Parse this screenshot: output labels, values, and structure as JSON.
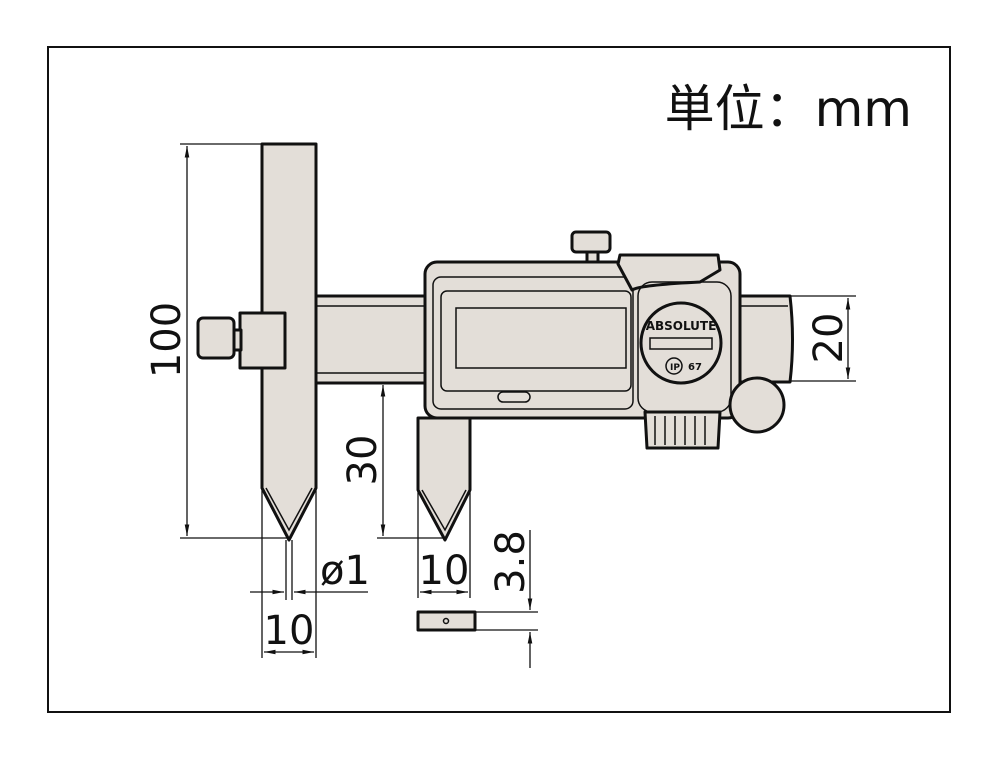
{
  "title": "単位：mm",
  "brand_mark": "ABSOLUTE",
  "ip_rating": "67",
  "dimensions": {
    "total_height": "100",
    "jaw_depth": "30",
    "beam_height": "20",
    "tip_diameter": "ø1",
    "left_jaw_width": "10",
    "right_jaw_width": "10",
    "jaw_thickness": "3.8"
  },
  "colors": {
    "part_fill": "#e3ded8",
    "line": "#111111"
  }
}
